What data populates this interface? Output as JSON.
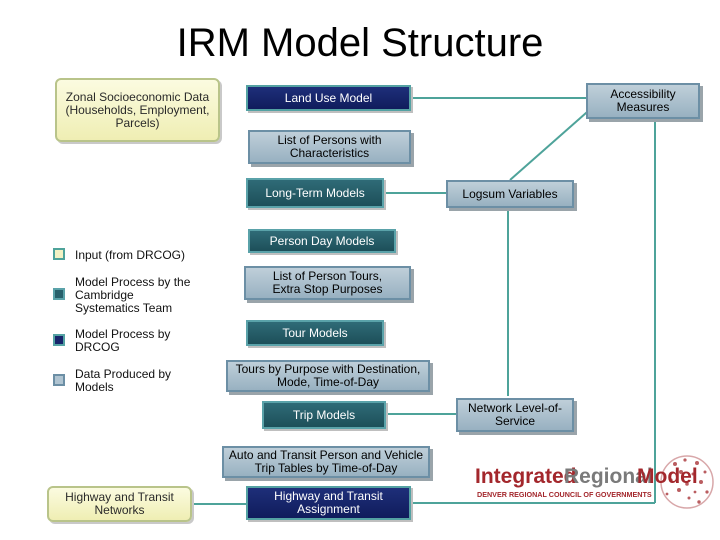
{
  "title": "IRM Model Structure",
  "boxes": {
    "zonal": "Zonal Socioeconomic Data (Households, Employment, Parcels)",
    "land_use": "Land Use Model",
    "accessibility": "Accessibility Measures",
    "list_persons": "List of Persons with Characteristics",
    "long_term": "Long-Term Models",
    "logsum": "Logsum Variables",
    "person_day": "Person Day Models",
    "person_tours": "List of Person Tours, Extra Stop Purposes",
    "tour_models": "Tour Models",
    "tours_purpose": "Tours by Purpose with Destination, Mode, Time-of-Day",
    "trip_models": "Trip Models",
    "network": "Network Level-of-Service",
    "trip_tables": "Auto and Transit Person and Vehicle Trip Tables by Time-of-Day",
    "highway_networks": "Highway and Transit Networks",
    "assignment": "Highway and Transit Assignment"
  },
  "legend": {
    "input": "Input (from DRCOG)",
    "cs": "Model Process by the Cambridge Systematics Team",
    "drcog": "Model Process by DRCOG",
    "data": "Data Produced by Models"
  },
  "logo": {
    "name_part1": "Integrated",
    "name_part2": "Regional",
    "name_part3": "Model",
    "subtitle": "DENVER REGIONAL COUNCIL OF GOVERNMENTS"
  },
  "colors": {
    "input_fill": "#f3f2c4",
    "cs_fill": "#27606b",
    "drcog_fill": "#17256b",
    "data_fill": "#b0c4d1",
    "connector": "#4ea39a",
    "logo_red": "#a3272c",
    "logo_gray": "#7a7a7a"
  }
}
